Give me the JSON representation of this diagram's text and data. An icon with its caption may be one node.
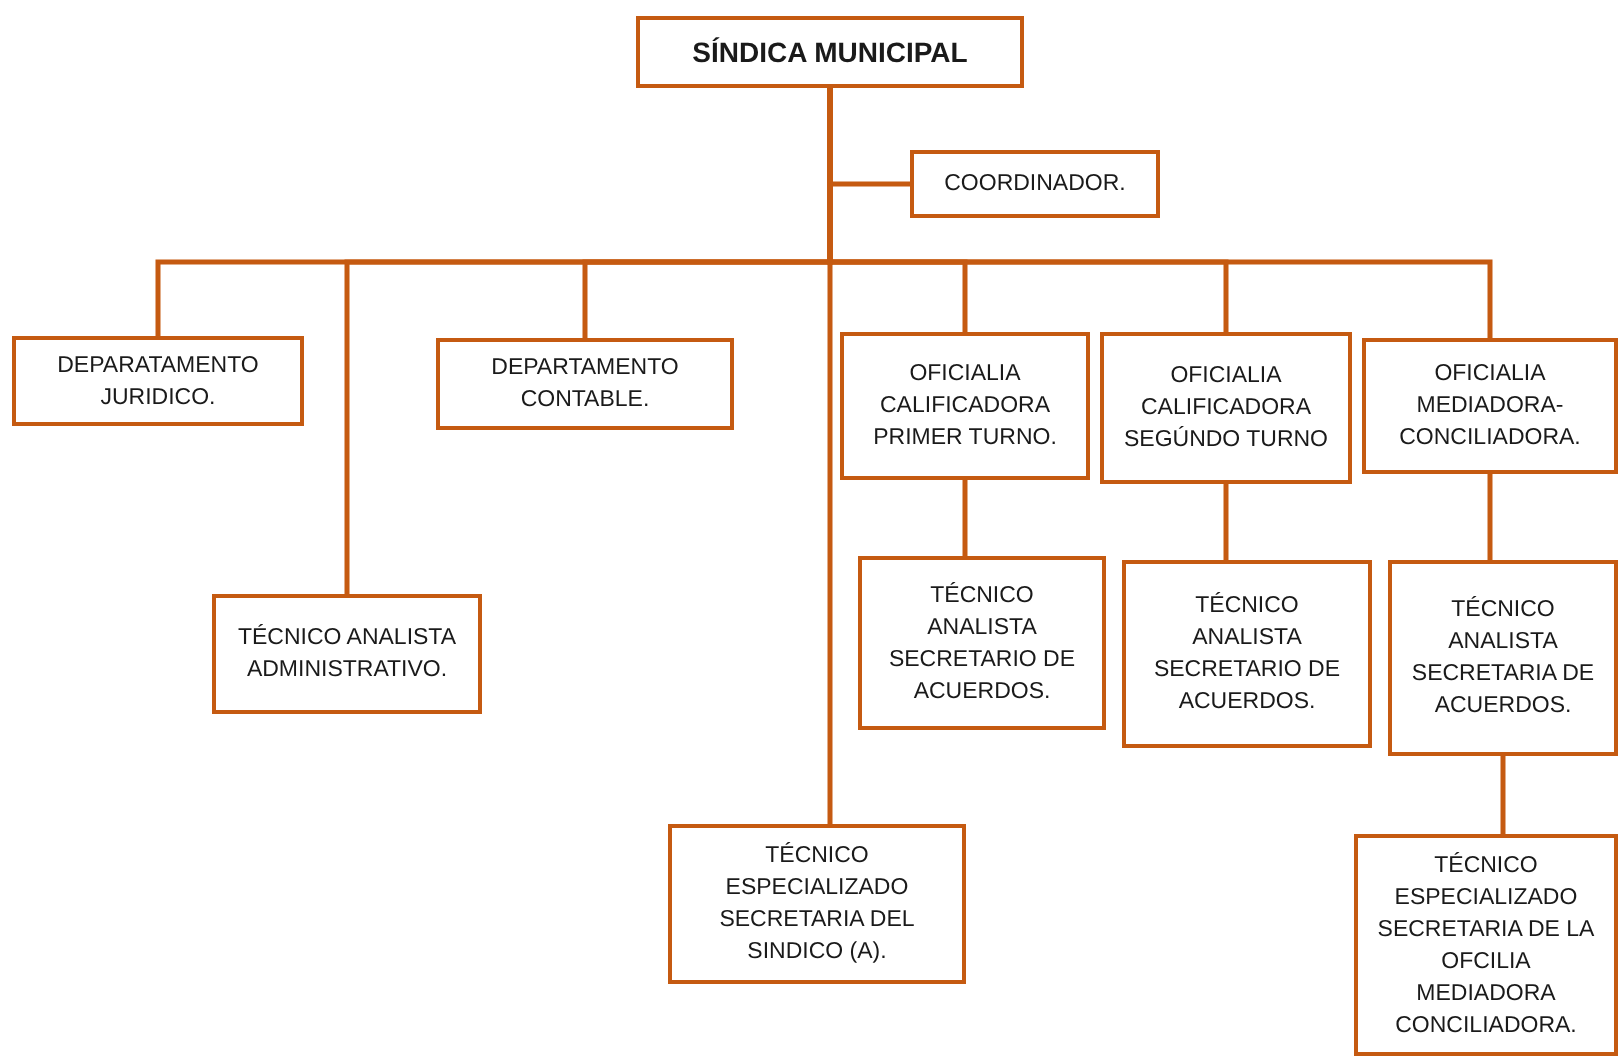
{
  "diagram": {
    "nodes": [
      {
        "text": [
          "SÍNDICA MUNICIPAL"
        ]
      },
      {
        "text": [
          "COORDINADOR."
        ]
      },
      {
        "text": [
          "DEPARATAMENTO JURIDICO."
        ]
      },
      {
        "text": [
          "TÉCNICO ANALISTA ADMINISTRATIVO."
        ]
      },
      {
        "text": [
          "DEPARTAMENTO CONTABLE."
        ]
      },
      {
        "text": [
          "OFICIALIA CALIFICADORA PRIMER TURNO."
        ]
      },
      {
        "text": [
          "TÉCNICO ANALISTA SECRETARIO DE ACUERDOS."
        ]
      },
      {
        "text": [
          "OFICIALIA CALIFICADORA SEGÚNDO TURNO"
        ]
      },
      {
        "text": [
          "TÉCNICO ANALISTA SECRETARIO DE ACUERDOS."
        ]
      },
      {
        "text": [
          "OFICIALIA MEDIADORA-CONCILIADORA."
        ]
      },
      {
        "text": [
          "TÉCNICO ANALISTA SECRETARIA DE ACUERDOS."
        ]
      },
      {
        "text": [
          "TÉCNICO ESPECIALIZADO SECRETARIA DEL SINDICO (A)."
        ]
      },
      {
        "text": [
          "TÉCNICO ESPECIALIZADO SECRETARIA DE LA OFCILIA MEDIADORA CONCILIADORA."
        ]
      }
    ],
    "edges": [
      {
        "from": 0,
        "to": 1,
        "arrow": "none"
      },
      {
        "from": 0,
        "to": 2,
        "arrow": "none"
      },
      {
        "from": 0,
        "to": 3,
        "arrow": "none"
      },
      {
        "from": 0,
        "to": 4,
        "arrow": "none"
      },
      {
        "from": 0,
        "to": 5,
        "arrow": "none"
      },
      {
        "from": 0,
        "to": 7,
        "arrow": "none"
      },
      {
        "from": 0,
        "to": 9,
        "arrow": "none"
      },
      {
        "from": 0,
        "to": 11,
        "arrow": "none"
      },
      {
        "from": 5,
        "to": 6,
        "arrow": "none"
      },
      {
        "from": 7,
        "to": 8,
        "arrow": "none"
      },
      {
        "from": 9,
        "to": 10,
        "arrow": "none"
      },
      {
        "from": 10,
        "to": 12,
        "arrow": "none"
      }
    ]
  }
}
